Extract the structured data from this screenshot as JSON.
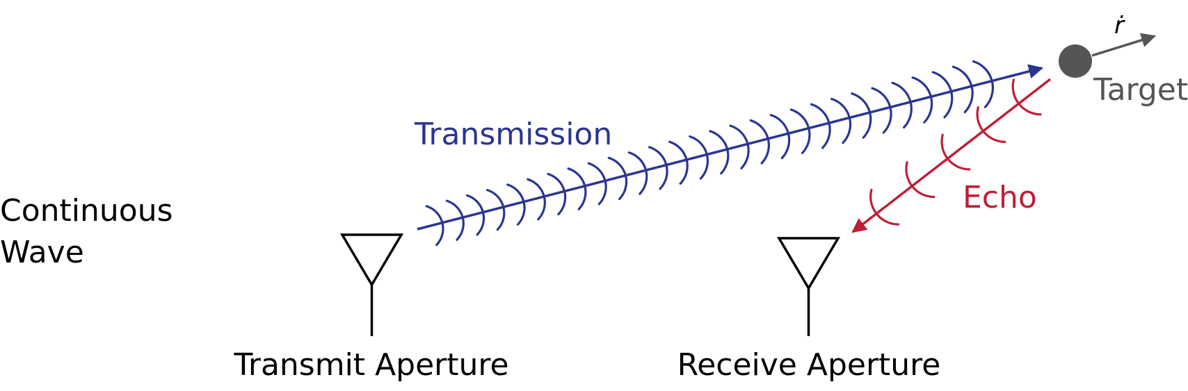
{
  "diagram": {
    "mode_label_line1": "Continuous",
    "mode_label_line2": "Wave",
    "transmission_label": "Transmission",
    "echo_label": "Echo",
    "target_label": "Target",
    "velocity_symbol": "ṙ",
    "transmit_aperture_label": "Transmit Aperture",
    "receive_aperture_label": "Receive Aperture"
  },
  "colors": {
    "transmission": "#2a3592",
    "echo": "#c01e36",
    "target": "#555555",
    "ink": "#000000"
  },
  "icons": {
    "transmit_antenna": "antenna-icon",
    "receive_antenna": "antenna-icon",
    "target": "target-dot-icon"
  }
}
